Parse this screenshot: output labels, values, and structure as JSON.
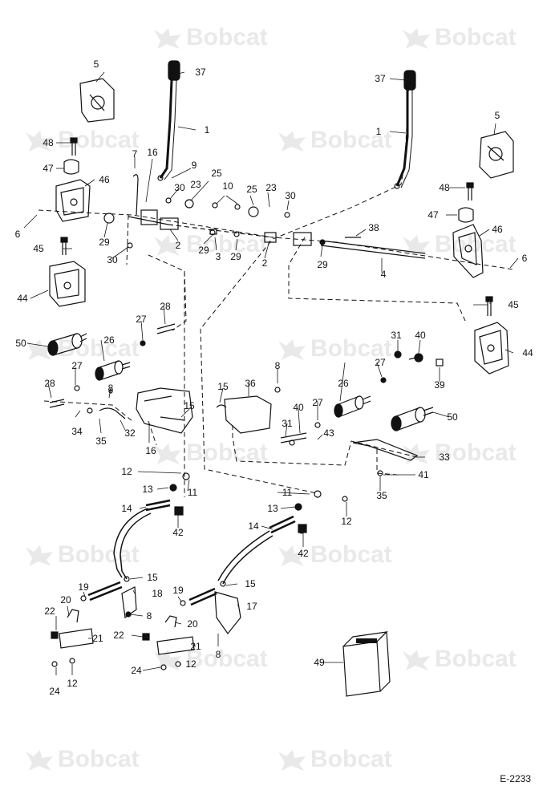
{
  "watermark": {
    "text": "Bobcat",
    "color": "#e6e6e6"
  },
  "diagram_code": "E-2233",
  "callouts": {
    "c1a": "1",
    "c1b": "1",
    "c2a": "2",
    "c2b": "2",
    "c3": "3",
    "c4": "4",
    "c5a": "5",
    "c5b": "5",
    "c6a": "6",
    "c6b": "6",
    "c7": "7",
    "c8a": "8",
    "c8b": "8",
    "c8c": "8",
    "c8d": "8",
    "c9": "9",
    "c10": "10",
    "c11a": "11",
    "c11b": "11",
    "c12a": "12",
    "c12b": "12",
    "c12c": "12",
    "c12d": "12",
    "c13a": "13",
    "c13b": "13",
    "c14a": "14",
    "c14b": "14",
    "c15a": "15",
    "c15b": "15",
    "c15c": "15",
    "c15d": "15",
    "c16a": "16",
    "c16b": "16",
    "c17": "17",
    "c18": "18",
    "c19a": "19",
    "c19b": "19",
    "c20a": "20",
    "c20b": "20",
    "c21a": "21",
    "c21b": "21",
    "c22a": "22",
    "c22b": "22",
    "c23a": "23",
    "c23b": "23",
    "c24a": "24",
    "c24b": "24",
    "c25a": "25",
    "c25b": "25",
    "c26a": "26",
    "c26b": "26",
    "c27a": "27",
    "c27b": "27",
    "c27c": "27",
    "c27d": "27",
    "c28a": "28",
    "c28b": "28",
    "c29a": "29",
    "c29b": "29",
    "c29c": "29",
    "c29d": "29",
    "c30a": "30",
    "c30b": "30",
    "c30c": "30",
    "c31a": "31",
    "c31b": "31",
    "c32": "32",
    "c33": "33",
    "c34": "34",
    "c35a": "35",
    "c35b": "35",
    "c36": "36",
    "c37a": "37",
    "c37b": "37",
    "c38": "38",
    "c39": "39",
    "c40a": "40",
    "c40b": "40",
    "c41": "41",
    "c42a": "42",
    "c42b": "42",
    "c43": "43",
    "c44a": "44",
    "c44b": "44",
    "c45a": "45",
    "c45b": "45",
    "c46a": "46",
    "c46b": "46",
    "c47a": "47",
    "c47b": "47",
    "c48a": "48",
    "c48b": "48",
    "c49": "49",
    "c50a": "50",
    "c50b": "50"
  }
}
